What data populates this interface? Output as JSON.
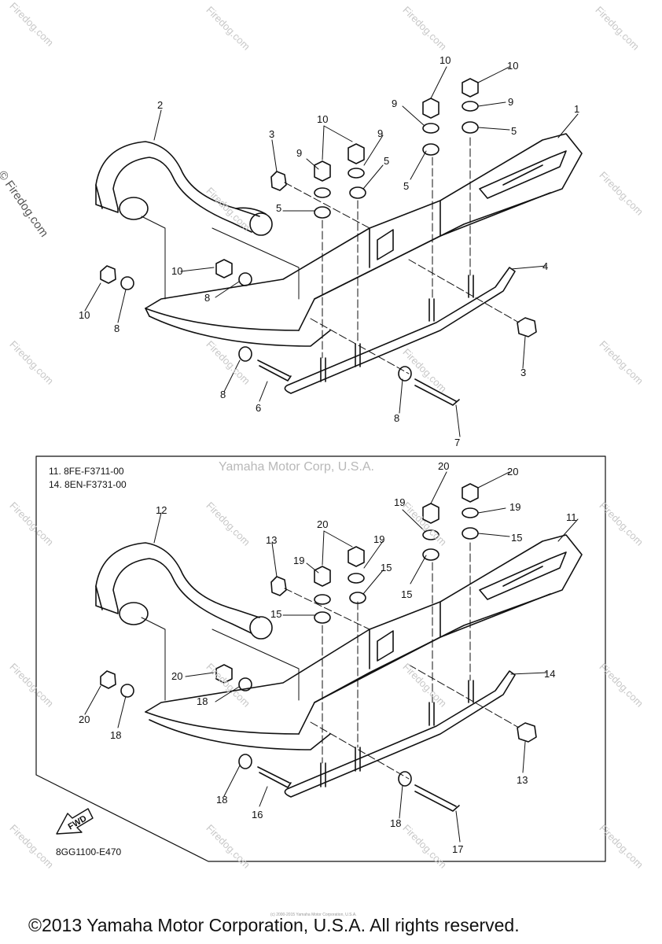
{
  "watermark": "© Firedog.com",
  "watermark_light": "Firedog.com",
  "overlay_text": "Yamaha Motor Corp, U.S.A.",
  "tiny_credit": "(c) 2000-2015 Yamaha Motor Corporation, U.S.A.",
  "copyright": "©2013 Yamaha Motor Corporation, U.S.A. All rights reserved.",
  "diagram_code": "8GG1100-E470",
  "fwd_label": "FWD",
  "notes": [
    "11. 8FE-F3711-00",
    "14. 8EN-F3731-00"
  ],
  "callouts_top": [
    "1",
    "2",
    "3",
    "3",
    "4",
    "5",
    "5",
    "5",
    "5",
    "6",
    "7",
    "8",
    "8",
    "8",
    "8",
    "9",
    "9",
    "9",
    "9",
    "10",
    "10",
    "10",
    "10",
    "10"
  ],
  "callouts_bottom": [
    "11",
    "12",
    "13",
    "13",
    "14",
    "15",
    "15",
    "15",
    "15",
    "16",
    "17",
    "18",
    "18",
    "18",
    "18",
    "19",
    "19",
    "19",
    "19",
    "20",
    "20",
    "20",
    "20",
    "20"
  ]
}
